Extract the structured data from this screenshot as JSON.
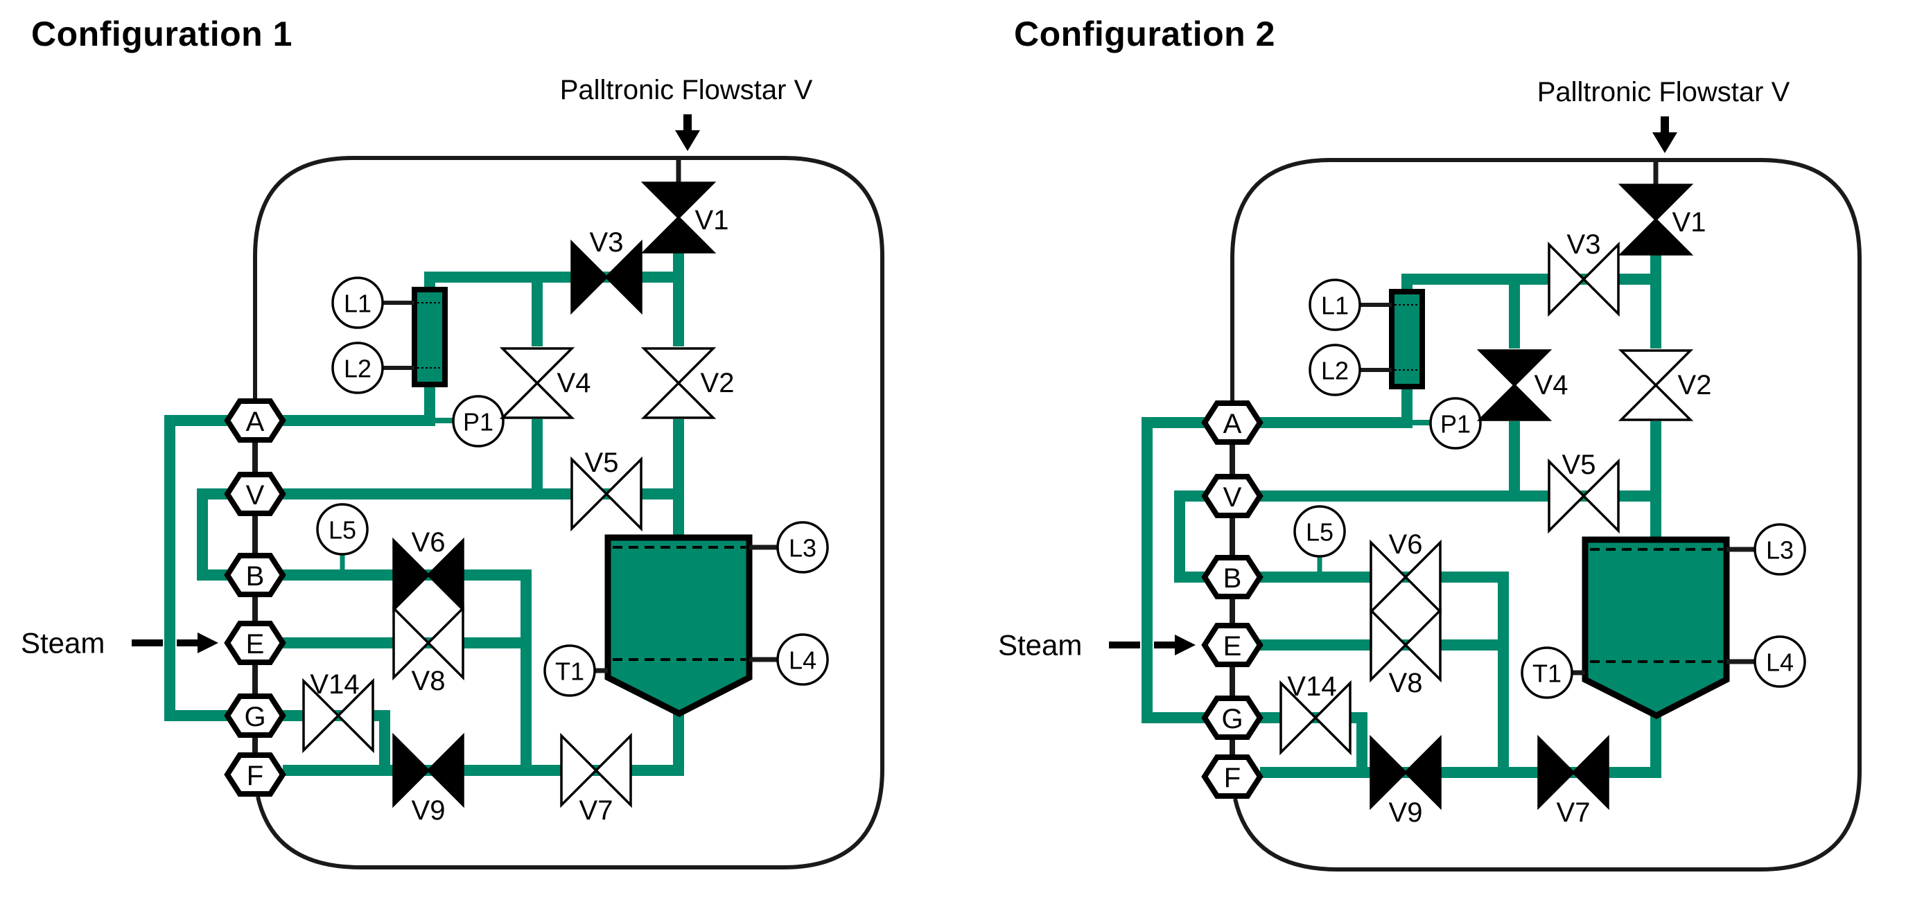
{
  "colors": {
    "pipe_green": "#00896B",
    "line_black": "#1a1a1a",
    "valve_closed_fill": "#000000",
    "valve_open_fill": "#ffffff"
  },
  "source_label": "Palltronic Flowstar V",
  "steam_label": "Steam",
  "legend": {
    "filled_valve": "closed",
    "outline_valve": "open"
  },
  "configurations": [
    {
      "title": "Configuration 1",
      "ports": [
        "A",
        "V",
        "B",
        "E",
        "G",
        "F"
      ],
      "sensors": [
        "L1",
        "L2",
        "P1",
        "L3",
        "L4",
        "T1",
        "L5"
      ],
      "valves": {
        "V1": "closed",
        "V2": "open",
        "V3": "closed",
        "V4": "open",
        "V5": "open",
        "V6": "closed",
        "V7": "open",
        "V8": "open",
        "V9": "closed",
        "V14": "open"
      }
    },
    {
      "title": "Configuration 2",
      "ports": [
        "A",
        "V",
        "B",
        "E",
        "G",
        "F"
      ],
      "sensors": [
        "L1",
        "L2",
        "P1",
        "L3",
        "L4",
        "T1",
        "L5"
      ],
      "valves": {
        "V1": "closed",
        "V2": "open",
        "V3": "open",
        "V4": "closed",
        "V5": "open",
        "V6": "open",
        "V7": "closed",
        "V8": "open",
        "V9": "closed",
        "V14": "open"
      }
    }
  ]
}
